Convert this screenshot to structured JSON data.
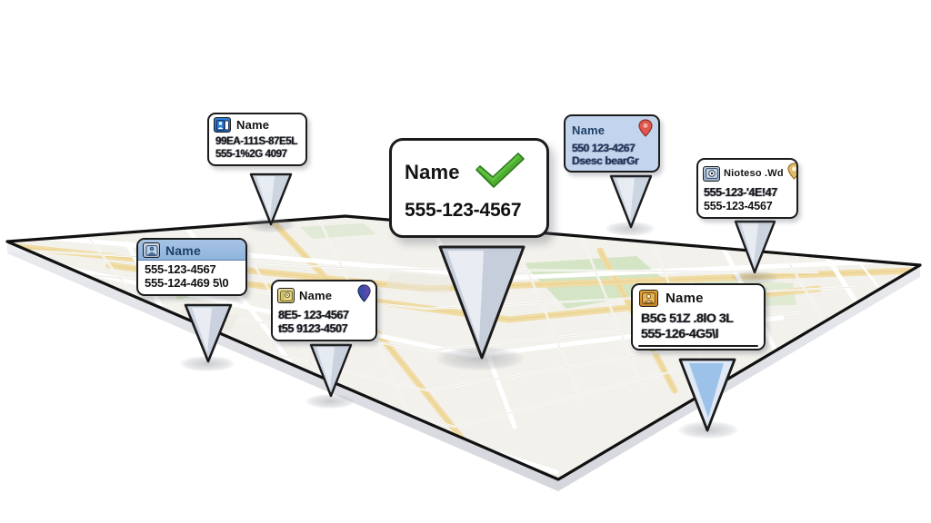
{
  "scene": {
    "title": "Map with contact callout pins",
    "background_color": "#ffffff"
  },
  "map": {
    "name": "tilted-3d-map-slab",
    "base_color": "#f3f1ec",
    "road_color": "#ffffff",
    "arterial_color": "#f4e3b0",
    "park_color": "#cfe3c0",
    "outline_color": "#111111",
    "side_color": "#e2e3e7"
  },
  "pins": [
    {
      "id": "pin-top-left",
      "title": "Name",
      "lines": [
        "99EA-111S-87E5L",
        "555-1%2G 4097"
      ],
      "style": "white-card",
      "icon": "contact-card-icon",
      "icon_color": "#2f7fd6",
      "marker": "none",
      "stem_color": "#c9d2de",
      "blurry": true
    },
    {
      "id": "pin-center-main",
      "title": "Name",
      "lines": [
        "555-123-4567"
      ],
      "style": "white-card-large",
      "icon": "none",
      "marker": "green-check-icon",
      "marker_color": "#4caf2f",
      "stem_color": "#c6cedb",
      "blurry": false
    },
    {
      "id": "pin-top-right-blue",
      "title": "Name",
      "lines": [
        "550 123-4267",
        "Dsesc bearGr"
      ],
      "style": "blue-card",
      "icon": "none",
      "marker": "location-pin-icon",
      "marker_color": "#e2574c",
      "stem_color": "#ccd5e2",
      "blurry": true
    },
    {
      "id": "pin-right-edge",
      "title": "Nioteso  .Wd",
      "lines": [
        "555-123-'4E!47",
        "555-123-4567"
      ],
      "style": "white-card",
      "icon": "circle-badge-icon",
      "icon_color": "#bcc9d9",
      "marker": "location-pin-icon",
      "marker_color": "#d9a košice",
      "stem_color": "#ccd4e0",
      "blurry": true
    },
    {
      "id": "pin-left-blue-header",
      "title": "Name",
      "lines": [
        "555-123-4567",
        "555-124-469 5\\0"
      ],
      "style": "blue-header-card",
      "icon": "contact-card-icon",
      "icon_color": "#6f9fd0",
      "marker": "none",
      "stem_color": "#c9d2de",
      "blurry": false
    },
    {
      "id": "pin-lower-middle",
      "title": "Name",
      "lines": [
        "8E5- 123-4567",
        "t55 9123-4507"
      ],
      "style": "white-card",
      "icon": "contact-card-icon",
      "icon_color": "#d9c879",
      "marker": "location-pin-icon",
      "marker_color": "#3b4fa8",
      "stem_color": "#c9d2de",
      "blurry": true
    },
    {
      "id": "pin-bottom-right",
      "title": "Name",
      "lines": [
        "B5G 51Z .8lO 3L",
        "555-126-4G5\\l"
      ],
      "style": "white-card-rule",
      "icon": "person-badge-icon",
      "icon_color": "#d79a3a",
      "marker": "none",
      "stem_color": "#a8c6e8",
      "blurry": true
    }
  ]
}
